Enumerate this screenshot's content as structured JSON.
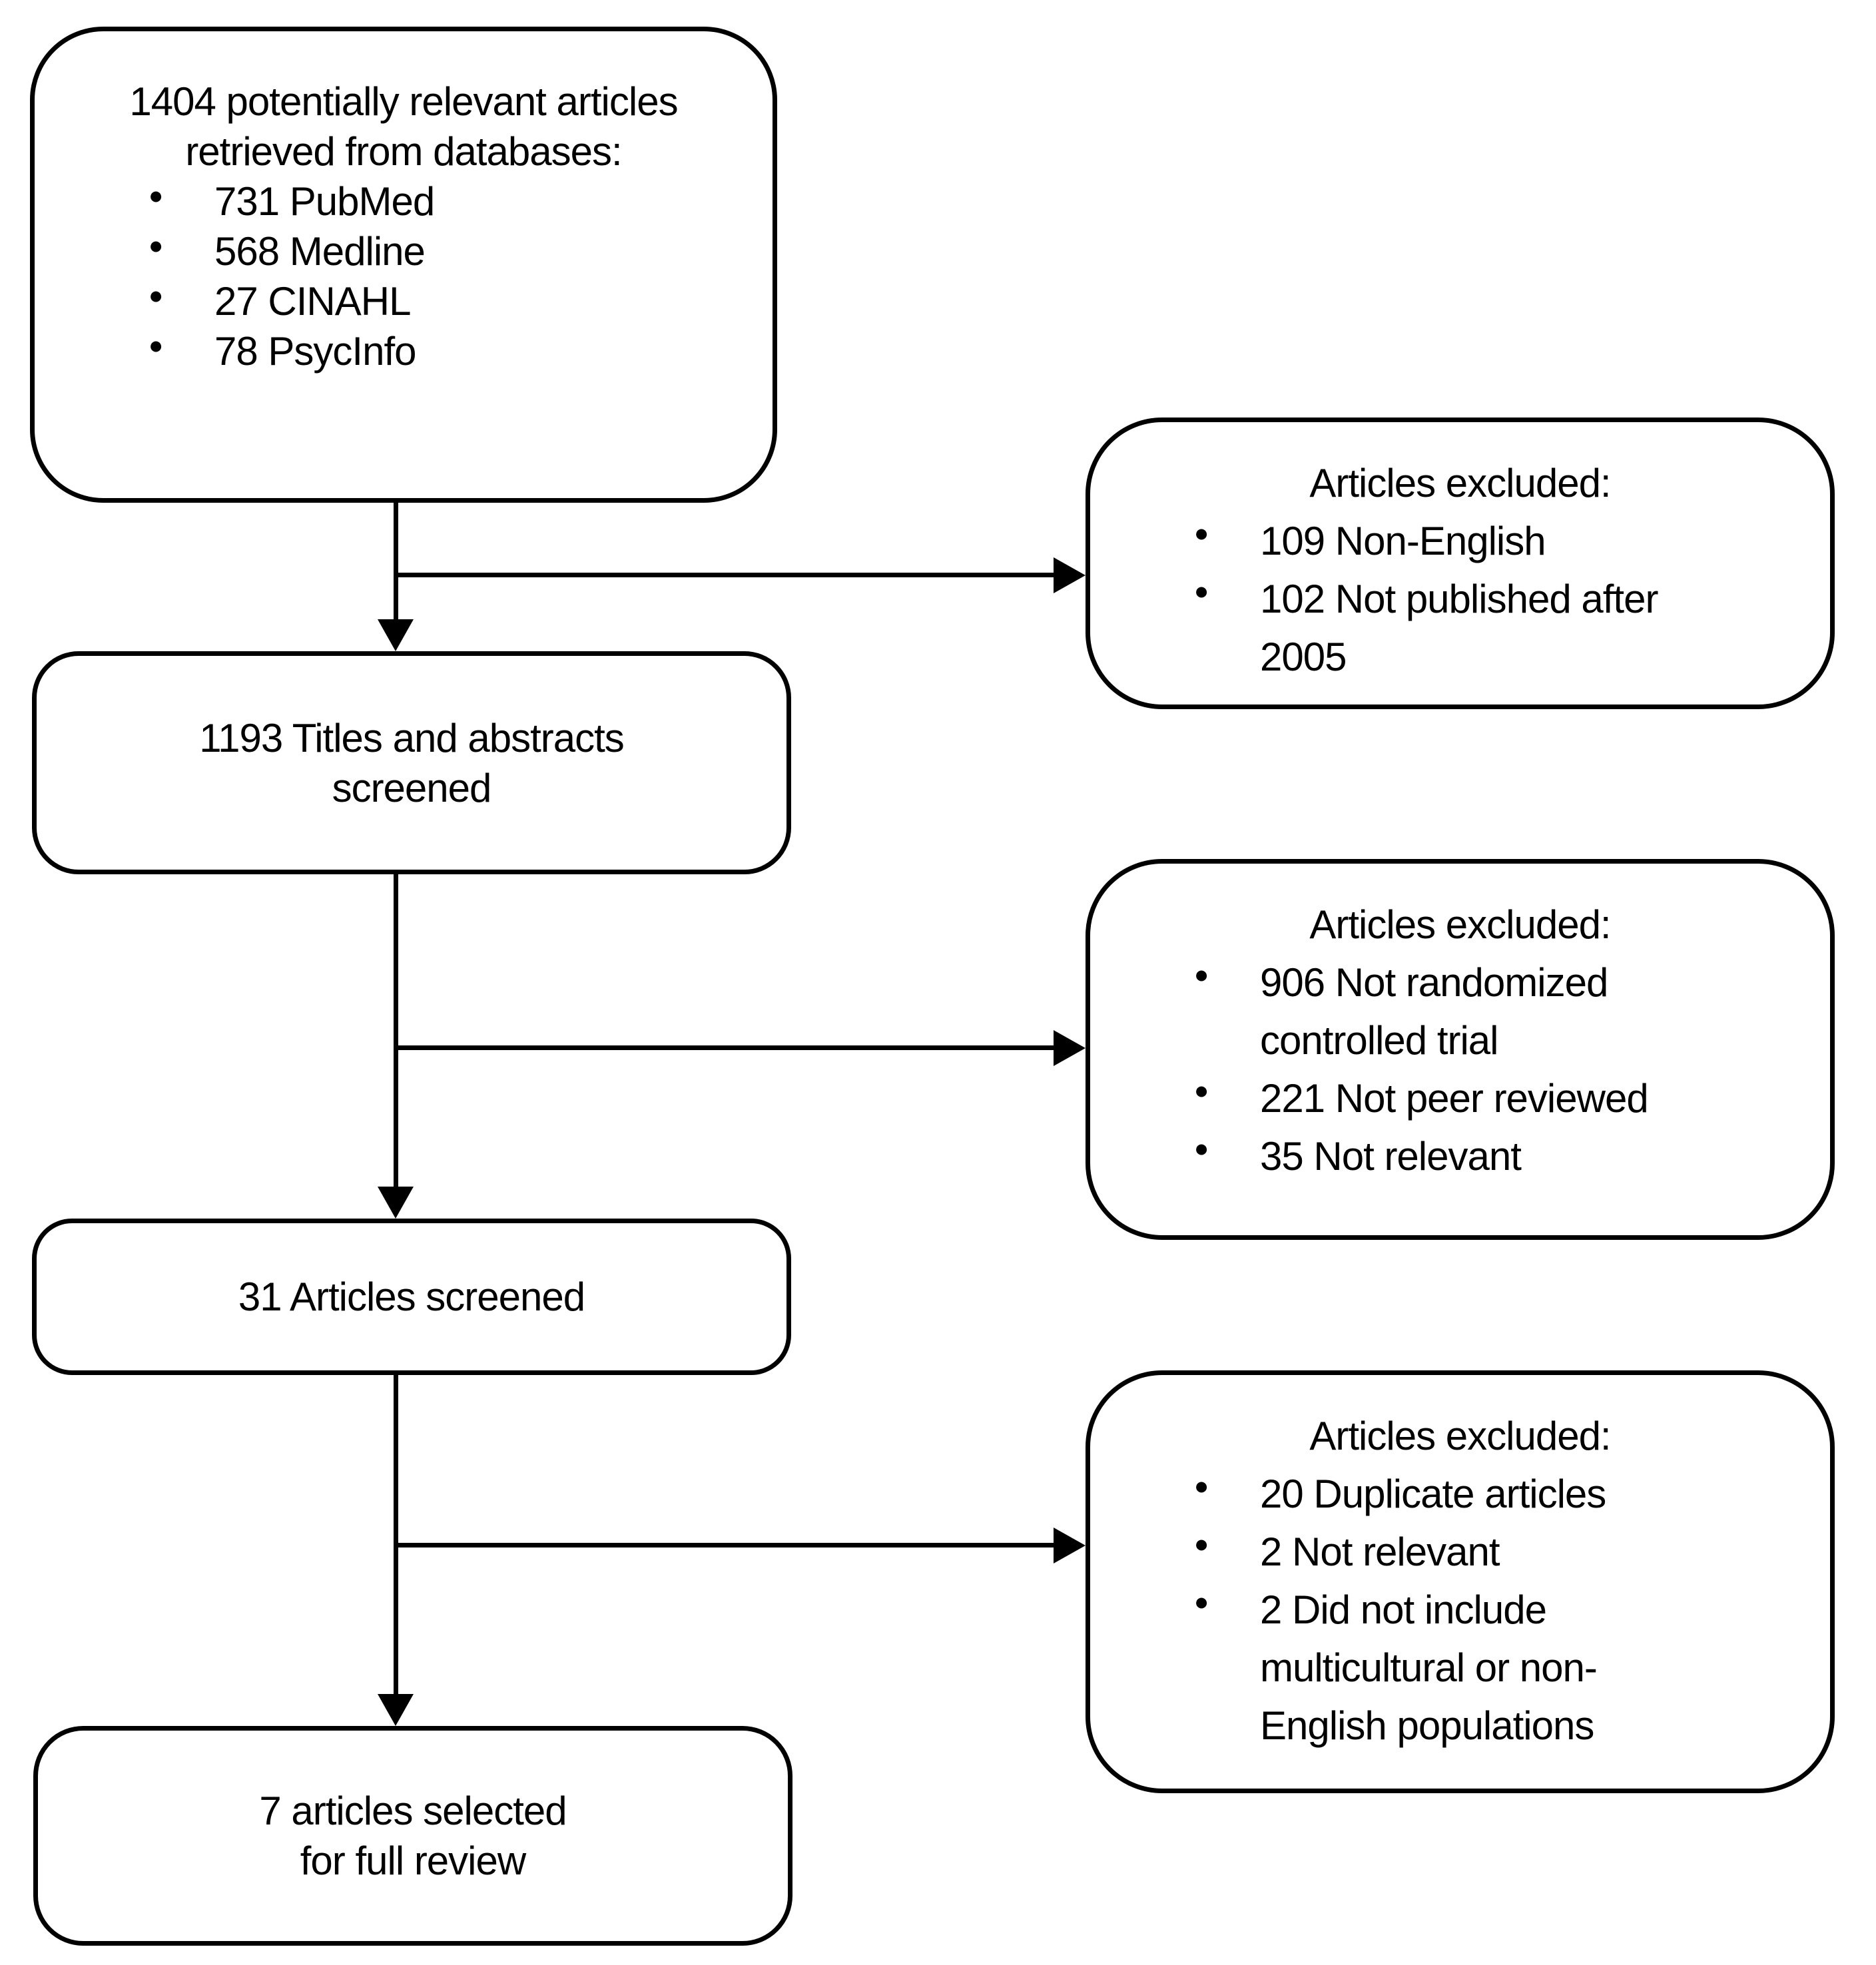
{
  "colors": {
    "line": "#000000",
    "text": "#000000",
    "background": "#ffffff"
  },
  "nodes": {
    "retrieved": {
      "heading": "1404 potentially relevant articles\nretrieved from databases:",
      "bullets": [
        "731 PubMed",
        "568 Medline",
        "27 CINAHL",
        "78 PsycInfo"
      ]
    },
    "excluded_initial": {
      "heading": "Articles excluded:",
      "bullets": [
        "109 Non-English",
        "102 Not published after\n2005"
      ]
    },
    "titles_screened": {
      "label": "1193 Titles and abstracts\nscreened"
    },
    "excluded_screening": {
      "heading": "Articles excluded:",
      "bullets": [
        "906 Not randomized\ncontrolled trial",
        "221 Not peer reviewed",
        "35 Not relevant"
      ]
    },
    "articles_screened": {
      "label": "31 Articles screened"
    },
    "excluded_fullreview": {
      "heading": "Articles excluded:",
      "bullets": [
        "20 Duplicate articles",
        "2 Not relevant",
        "2 Did not include\nmulticultural or non-\nEnglish populations"
      ]
    },
    "selected": {
      "label": "7 articles selected\nfor full review"
    }
  }
}
